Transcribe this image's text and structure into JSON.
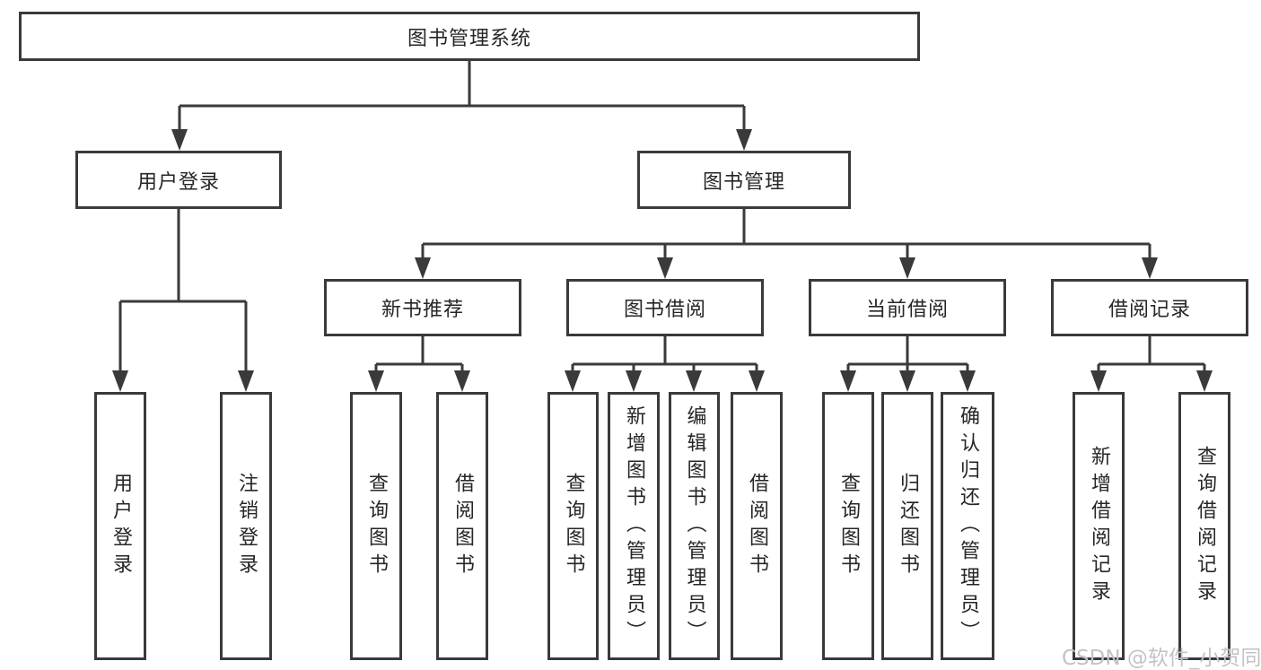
{
  "nodes": {
    "root": "图书管理系统",
    "user_login": "用户登录",
    "book_mgmt": "图书管理",
    "new_books": "新书推荐",
    "book_borrow": "图书借阅",
    "current_borrow": "当前借阅",
    "borrow_records": "借阅记录",
    "leaves": {
      "user_login": [
        "用户登录",
        "注销登录"
      ],
      "new_books": [
        "查询图书",
        "借阅图书"
      ],
      "book_borrow": [
        "查询图书",
        "新增图书（管理员）",
        "编辑图书（管理员）",
        "借阅图书"
      ],
      "current_borrow": [
        "查询图书",
        "归还图书",
        "确认归还（管理员）"
      ],
      "borrow_records": [
        "新增借阅记录",
        "查询借阅记录"
      ]
    }
  },
  "watermark": {
    "text": "CSDN @软件_小贺同学"
  },
  "colors": {
    "line": "#3a3a3a",
    "text": "#262626",
    "bg": "#ffffff",
    "watermark": "#c3c3c3"
  }
}
